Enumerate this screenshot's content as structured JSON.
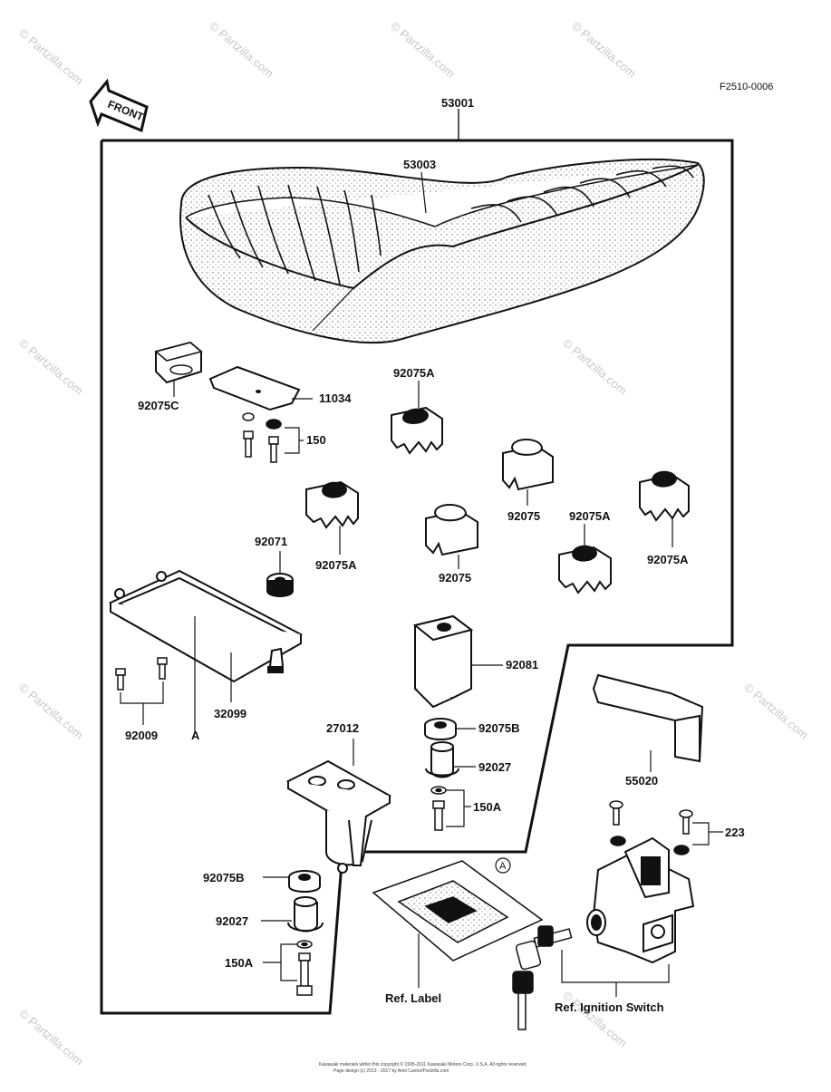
{
  "drawing_code": "F2510-0006",
  "front_arrow_text": "FRONT",
  "watermark_text": "© Partzilla.com",
  "parts": {
    "p53001": "53001",
    "p53003": "53003",
    "p92075C": "92075C",
    "p11034": "11034",
    "p150": "150",
    "p92075A_1": "92075A",
    "p92075_1": "92075",
    "p92075A_2": "92075A",
    "p92075A_3": "92075A",
    "p92075_2": "92075",
    "p92075A_4": "92075A",
    "p92071": "92071",
    "p92081": "92081",
    "p92009": "92009",
    "pA_frame": "A",
    "p32099": "32099",
    "p27012": "27012",
    "p92075B_1": "92075B",
    "p92027_1": "92027",
    "p150A_1": "150A",
    "p55020": "55020",
    "p223": "223",
    "p92075B_2": "92075B",
    "p92027_2": "92027",
    "p150A_2": "150A",
    "pA_circle": "A",
    "ref_label": "Ref. Label",
    "ref_ignition": "Ref. Ignition Switch"
  },
  "copyright_line1": "Kawasaki materials within this copyright © 1995-2011 Kawasaki Motors Corp. U.S.A. All rights reserved.",
  "copyright_line2": "Page design (c) 2013 - 2017 by Ariel Cantor/Partzilla.com"
}
